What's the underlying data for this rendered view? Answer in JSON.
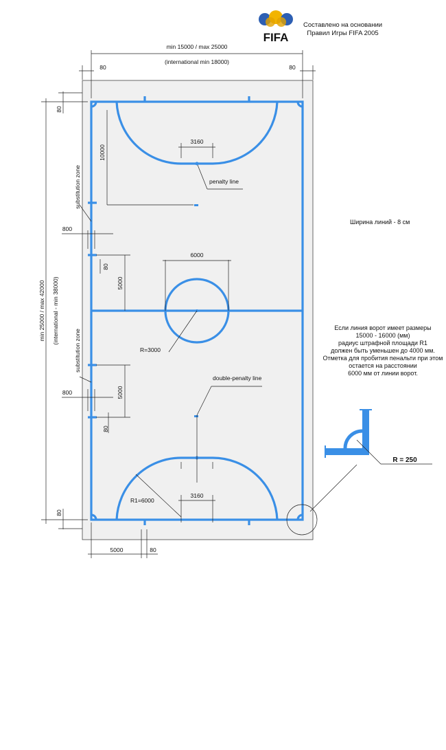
{
  "header": {
    "logo_text": "FIFA",
    "caption_line1": "Составлено на основании",
    "caption_line2": "Правил Игры FIFA 2005"
  },
  "dimensions": {
    "width_top": "min 15000 / max 25000",
    "width_international": "(international min 18000)",
    "margin_left_top": "80",
    "margin_right_top": "80",
    "length": "min 25000 / max 42000",
    "length_international": "(international - min 38000)",
    "corner_top_80": "80",
    "corner_bottom_80": "80",
    "penalty_area_depth": "10000",
    "penalty_line_width_top": "3160",
    "penalty_line_width_bottom": "3160",
    "center_circle_diameter": "6000",
    "subst_offset_top": "5000",
    "subst_offset_bottom": "5000",
    "subst_width_top": "800",
    "subst_width_bottom": "800",
    "subst_mark_top": "80",
    "subst_mark_bottom": "80",
    "center_radius": "R=3000",
    "penalty_radius": "R1=6000",
    "bottom_offset": "5000",
    "bottom_80": "80"
  },
  "labels": {
    "substitution_top": "substitution zone",
    "substitution_bottom": "substitution zone",
    "penalty_line": "penalty line",
    "double_penalty_line": "double-penalty line",
    "corner_radius": "R = 250",
    "line_width_note": "Ширина линий - 8 см"
  },
  "note_lines": [
    "Если линия ворот имеет размеры",
    "15000 - 16000  (мм)",
    "радиус штрафной площади R1",
    "должен быть уменьшен до 4000 мм.",
    "Отметка для пробития пенальти при этом",
    "остается на  расстоянии",
    "6000 мм от линии ворот."
  ],
  "colors": {
    "court_line": "#3a8fe6",
    "surround": "#f0f0f0"
  }
}
